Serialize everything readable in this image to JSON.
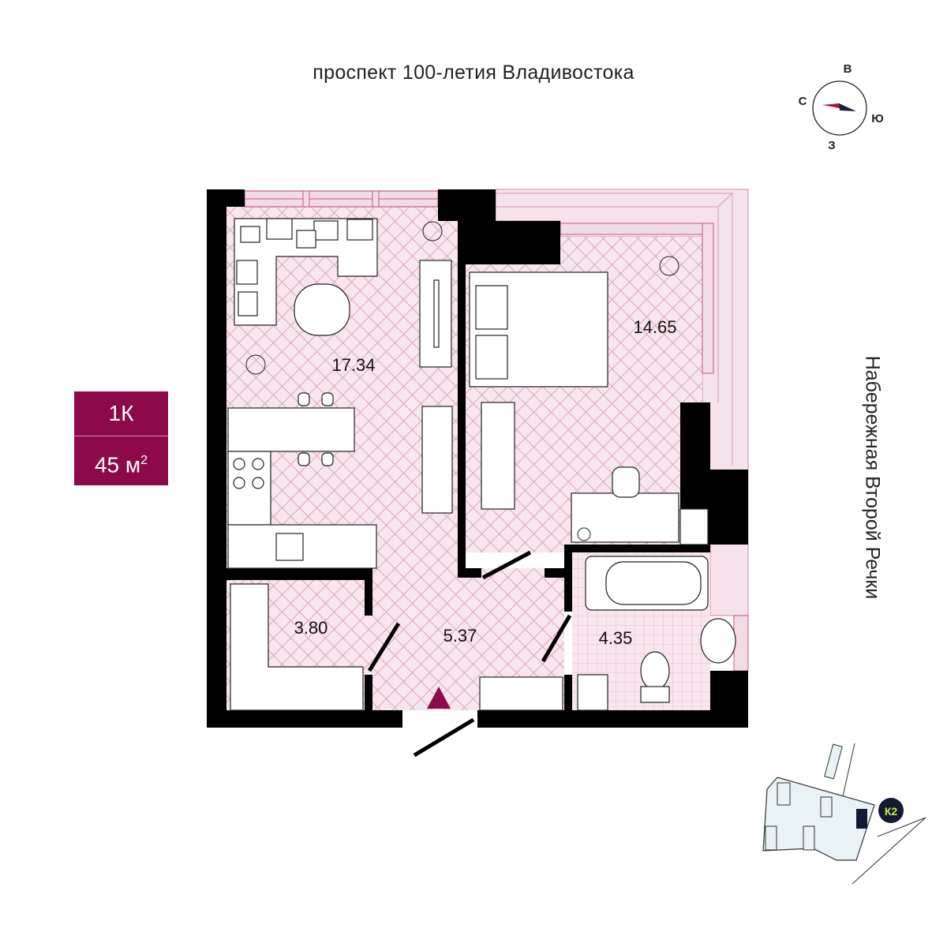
{
  "streets": {
    "top": "проспект 100-летия Владивостока",
    "right": "Набережная Второй Речки"
  },
  "compass": {
    "north": "С",
    "east": "В",
    "south": "Ю",
    "west": "З"
  },
  "badge": {
    "type": "1К",
    "area_value": "45 м",
    "area_sup": "2"
  },
  "rooms": {
    "living_kitchen": "17.34",
    "bedroom": "14.65",
    "storage": "3.80",
    "hall": "5.37",
    "bathroom": "4.35"
  },
  "site_map": {
    "building_label": "К2"
  },
  "colors": {
    "accent": "#8c0a47",
    "floor": "#f7e6ee",
    "plan_lines": "#c25a82",
    "wall": "#000000",
    "k2_text": "#c8f03c",
    "k2_bg": "#141a33"
  }
}
